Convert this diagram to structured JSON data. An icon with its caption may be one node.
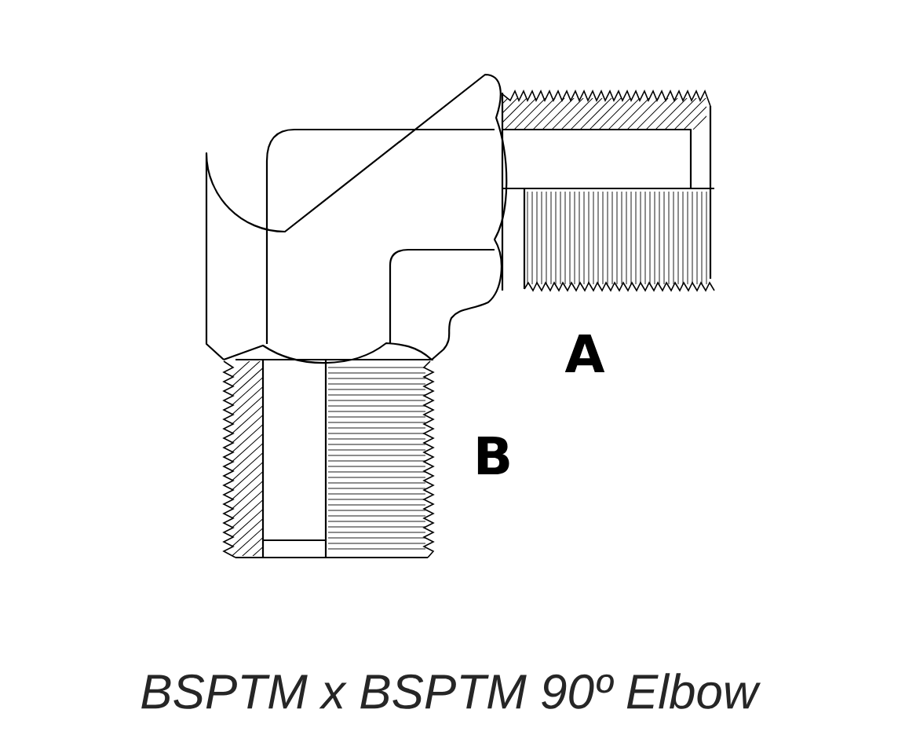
{
  "diagram": {
    "caption": "BSPTM x BSPTM 90º Elbow",
    "labels": [
      "A",
      "B"
    ]
  }
}
